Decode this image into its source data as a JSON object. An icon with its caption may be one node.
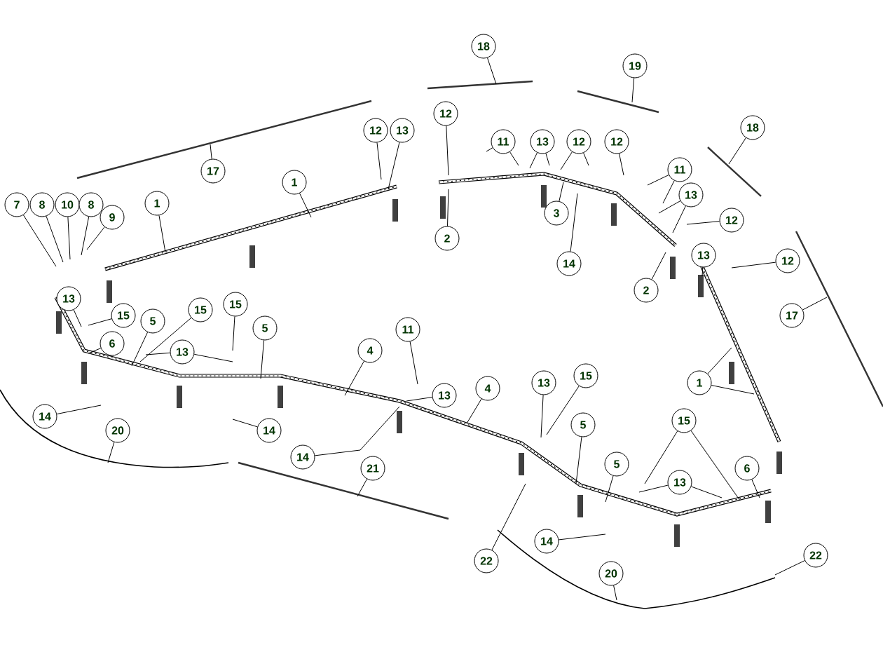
{
  "diagram": {
    "nodes": [
      {
        "text": [
          "17"
        ]
      },
      {
        "text": [
          "18"
        ]
      },
      {
        "text": [
          "19"
        ]
      },
      {
        "text": [
          "18"
        ]
      },
      {
        "text": [
          "12"
        ]
      },
      {
        "text": [
          "13"
        ]
      },
      {
        "text": [
          "12"
        ]
      },
      {
        "text": [
          "11"
        ]
      },
      {
        "text": [
          "13"
        ]
      },
      {
        "text": [
          "12"
        ]
      },
      {
        "text": [
          "12"
        ]
      },
      {
        "text": [
          "1"
        ]
      },
      {
        "text": [
          "11"
        ]
      },
      {
        "text": [
          "13"
        ]
      },
      {
        "text": [
          "7"
        ]
      },
      {
        "text": [
          "8"
        ]
      },
      {
        "text": [
          "10"
        ]
      },
      {
        "text": [
          "8"
        ]
      },
      {
        "text": [
          "9"
        ]
      },
      {
        "text": [
          "1"
        ]
      },
      {
        "text": [
          "3"
        ]
      },
      {
        "text": [
          "12"
        ]
      },
      {
        "text": [
          "2"
        ]
      },
      {
        "text": [
          "13"
        ]
      },
      {
        "text": [
          "12"
        ]
      },
      {
        "text": [
          "14"
        ]
      },
      {
        "text": [
          "2"
        ]
      },
      {
        "text": [
          "13"
        ]
      },
      {
        "text": [
          "15"
        ]
      },
      {
        "text": [
          "15"
        ]
      },
      {
        "text": [
          "15"
        ]
      },
      {
        "text": [
          "17"
        ]
      },
      {
        "text": [
          "5"
        ]
      },
      {
        "text": [
          "5"
        ]
      },
      {
        "text": [
          "11"
        ]
      },
      {
        "text": [
          "6"
        ]
      },
      {
        "text": [
          "13"
        ]
      },
      {
        "text": [
          "4"
        ]
      },
      {
        "text": [
          "13"
        ]
      },
      {
        "text": [
          "15"
        ]
      },
      {
        "text": [
          "1"
        ]
      },
      {
        "text": [
          "4"
        ]
      },
      {
        "text": [
          "13"
        ]
      },
      {
        "text": [
          "14"
        ]
      },
      {
        "text": [
          "15"
        ]
      },
      {
        "text": [
          "5"
        ]
      },
      {
        "text": [
          "20"
        ]
      },
      {
        "text": [
          "14"
        ]
      },
      {
        "text": [
          "14"
        ]
      },
      {
        "text": [
          "5"
        ]
      },
      {
        "text": [
          "21"
        ]
      },
      {
        "text": [
          "6"
        ]
      },
      {
        "text": [
          "13"
        ]
      },
      {
        "text": [
          "14"
        ]
      },
      {
        "text": [
          "22"
        ]
      },
      {
        "text": [
          "22"
        ]
      },
      {
        "text": [
          "20"
        ]
      }
    ],
    "edges": [
      {
        "from": 0,
        "to": null,
        "arrow": "none"
      },
      {
        "from": 1,
        "to": null,
        "arrow": "none"
      },
      {
        "from": 2,
        "to": null,
        "arrow": "none"
      },
      {
        "from": 3,
        "to": null,
        "arrow": "none"
      },
      {
        "from": 4,
        "to": null,
        "arrow": "none"
      },
      {
        "from": 5,
        "to": null,
        "arrow": "none"
      },
      {
        "from": 6,
        "to": null,
        "arrow": "none"
      },
      {
        "from": 7,
        "to": null,
        "arrow": "none"
      },
      {
        "from": 7,
        "to": null,
        "arrow": "none"
      },
      {
        "from": 8,
        "to": null,
        "arrow": "none"
      },
      {
        "from": 8,
        "to": null,
        "arrow": "none"
      },
      {
        "from": 9,
        "to": null,
        "arrow": "none"
      },
      {
        "from": 9,
        "to": null,
        "arrow": "none"
      },
      {
        "from": 10,
        "to": null,
        "arrow": "none"
      },
      {
        "from": 11,
        "to": null,
        "arrow": "none"
      },
      {
        "from": 12,
        "to": null,
        "arrow": "none"
      },
      {
        "from": 12,
        "to": null,
        "arrow": "none"
      },
      {
        "from": 13,
        "to": null,
        "arrow": "none"
      },
      {
        "from": 13,
        "to": null,
        "arrow": "none"
      },
      {
        "from": 14,
        "to": null,
        "arrow": "none"
      },
      {
        "from": 15,
        "to": null,
        "arrow": "none"
      },
      {
        "from": 16,
        "to": null,
        "arrow": "none"
      },
      {
        "from": 17,
        "to": null,
        "arrow": "none"
      },
      {
        "from": 18,
        "to": null,
        "arrow": "none"
      },
      {
        "from": 19,
        "to": null,
        "arrow": "none"
      },
      {
        "from": 20,
        "to": null,
        "arrow": "none"
      },
      {
        "from": 21,
        "to": null,
        "arrow": "none"
      },
      {
        "from": 22,
        "to": null,
        "arrow": "none"
      },
      {
        "from": 23,
        "to": null,
        "arrow": "none"
      },
      {
        "from": 24,
        "to": null,
        "arrow": "none"
      },
      {
        "from": 25,
        "to": null,
        "arrow": "none"
      },
      {
        "from": 26,
        "to": null,
        "arrow": "none"
      },
      {
        "from": 27,
        "to": null,
        "arrow": "none"
      },
      {
        "from": 28,
        "to": null,
        "arrow": "none"
      },
      {
        "from": 29,
        "to": null,
        "arrow": "none"
      },
      {
        "from": 30,
        "to": null,
        "arrow": "none"
      },
      {
        "from": 31,
        "to": null,
        "arrow": "none"
      },
      {
        "from": 32,
        "to": null,
        "arrow": "none"
      },
      {
        "from": 33,
        "to": null,
        "arrow": "none"
      },
      {
        "from": 34,
        "to": null,
        "arrow": "none"
      },
      {
        "from": 35,
        "to": null,
        "arrow": "none"
      },
      {
        "from": 36,
        "to": null,
        "arrow": "none"
      },
      {
        "from": 36,
        "to": null,
        "arrow": "none"
      },
      {
        "from": 37,
        "to": null,
        "arrow": "none"
      },
      {
        "from": 38,
        "to": null,
        "arrow": "none"
      },
      {
        "from": 39,
        "to": null,
        "arrow": "none"
      },
      {
        "from": 40,
        "to": null,
        "arrow": "none"
      },
      {
        "from": 40,
        "to": null,
        "arrow": "none"
      },
      {
        "from": 41,
        "to": null,
        "arrow": "none"
      },
      {
        "from": 42,
        "to": null,
        "arrow": "none"
      },
      {
        "from": 43,
        "to": null,
        "arrow": "none"
      },
      {
        "from": 44,
        "to": null,
        "arrow": "none"
      },
      {
        "from": 44,
        "to": null,
        "arrow": "none"
      },
      {
        "from": 45,
        "to": null,
        "arrow": "none"
      },
      {
        "from": 46,
        "to": null,
        "arrow": "none"
      },
      {
        "from": 47,
        "to": null,
        "arrow": "none"
      },
      {
        "from": 48,
        "to": null,
        "arrow": "none"
      },
      {
        "from": 49,
        "to": null,
        "arrow": "none"
      },
      {
        "from": 50,
        "to": null,
        "arrow": "none"
      },
      {
        "from": 51,
        "to": null,
        "arrow": "none"
      },
      {
        "from": 52,
        "to": null,
        "arrow": "none"
      },
      {
        "from": 52,
        "to": null,
        "arrow": "none"
      },
      {
        "from": 53,
        "to": null,
        "arrow": "none"
      },
      {
        "from": 54,
        "to": null,
        "arrow": "none"
      },
      {
        "from": 55,
        "to": null,
        "arrow": "none"
      },
      {
        "from": 56,
        "to": null,
        "arrow": "none"
      }
    ]
  }
}
